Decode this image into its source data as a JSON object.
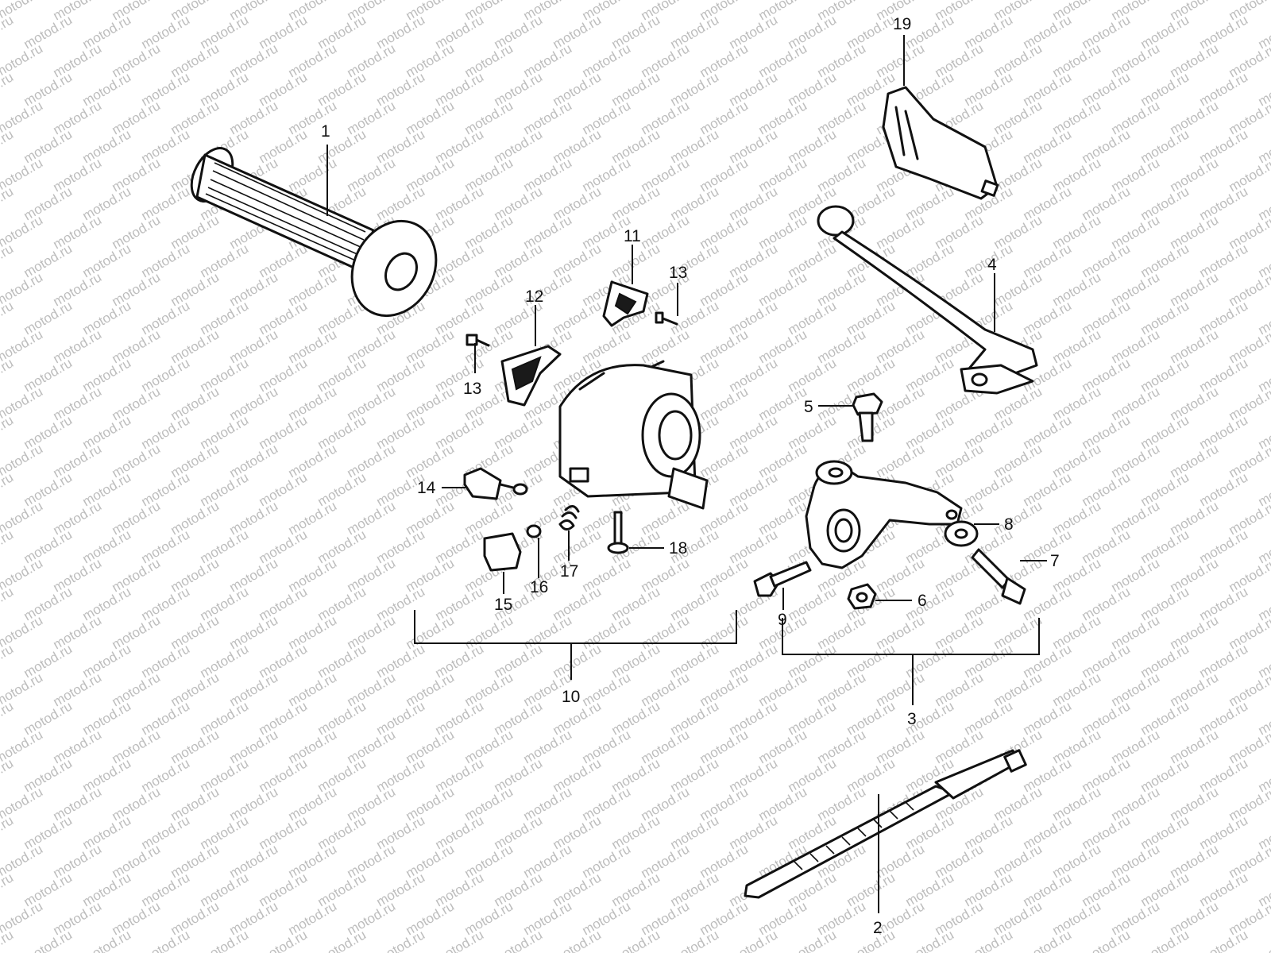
{
  "watermark": {
    "text": "motod.ru"
  },
  "callouts": [
    {
      "id": "1",
      "text": "1"
    },
    {
      "id": "2",
      "text": "2"
    },
    {
      "id": "3",
      "text": "3"
    },
    {
      "id": "4",
      "text": "4"
    },
    {
      "id": "5",
      "text": "5"
    },
    {
      "id": "6",
      "text": "6"
    },
    {
      "id": "7",
      "text": "7"
    },
    {
      "id": "8",
      "text": "8"
    },
    {
      "id": "9",
      "text": "9"
    },
    {
      "id": "10",
      "text": "10"
    },
    {
      "id": "11",
      "text": "11"
    },
    {
      "id": "12",
      "text": "12"
    },
    {
      "id": "13a",
      "text": "13"
    },
    {
      "id": "13b",
      "text": "13"
    },
    {
      "id": "14",
      "text": "14"
    },
    {
      "id": "15",
      "text": "15"
    },
    {
      "id": "16",
      "text": "16"
    },
    {
      "id": "17",
      "text": "17"
    },
    {
      "id": "18",
      "text": "18"
    },
    {
      "id": "19",
      "text": "19"
    }
  ]
}
